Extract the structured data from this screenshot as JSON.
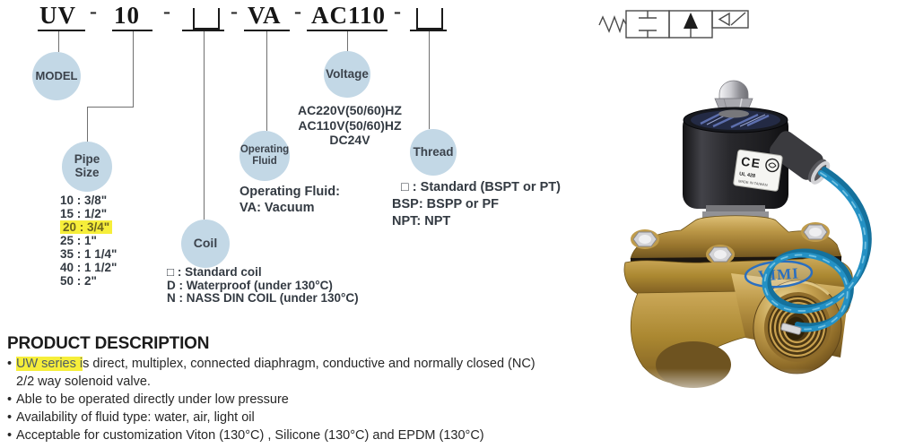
{
  "model_code": {
    "dash": "-",
    "model": "UV",
    "pipe_size": "10",
    "fluid": "VA",
    "voltage": "AC110"
  },
  "bubbles": {
    "model": "MODEL",
    "pipe_line1": "Pipe",
    "pipe_line2": "Size",
    "coil": "Coil",
    "fluid_line1": "Operating",
    "fluid_line2": "Fluid",
    "voltage": "Voltage",
    "thread": "Thread"
  },
  "pipe_size_options": [
    "10 : 3/8\"",
    "15 : 1/2\"",
    "20 : 3/4\"",
    "25 : 1\"",
    "35 : 1 1/4\"",
    "40 : 1 1/2\"",
    "50 : 2\""
  ],
  "coil_options": [
    "□ : Standard coil",
    "D : Waterproof (under 130°C)",
    "N : NASS DIN COIL (under 130°C)"
  ],
  "operating_fluid_lines": [
    "Operating Fluid:",
    "VA: Vacuum"
  ],
  "voltage_options": [
    "AC220V(50/60)HZ",
    "AC110V(50/60)HZ",
    "DC24V"
  ],
  "thread_options": [
    "□ : Standard (BSPT or PT)",
    "BSP: BSPP or PF",
    "NPT: NPT"
  ],
  "description": {
    "title": "PRODUCT DESCRIPTION",
    "bullet_char": "•",
    "b1_highlight": "UW series i",
    "b1_rest": "s direct, multiplex, connected diaphragm, conductive and normally closed (NC)",
    "b1_line2": "2/2 way solenoid valve.",
    "b2": "Able to be operated directly under low pressure",
    "b3": "Availability of fluid type: water, air, light oil",
    "b4": "Acceptable for customization Viton (130°C) , Silicone (130°C) and EPDM (130°C)"
  },
  "photo": {
    "watermark": "VIMI",
    "label_ce": "CE",
    "label_ul": "UL 428",
    "label_origin": "MADE IN TAIWAN"
  },
  "colors": {
    "bubble_fill": "#c3d8e6",
    "highlight_yellow": "#f6ee3a",
    "wire_blue": "#2491c4",
    "brass": "#b5923f",
    "coil_black": "#2b2b2e"
  }
}
